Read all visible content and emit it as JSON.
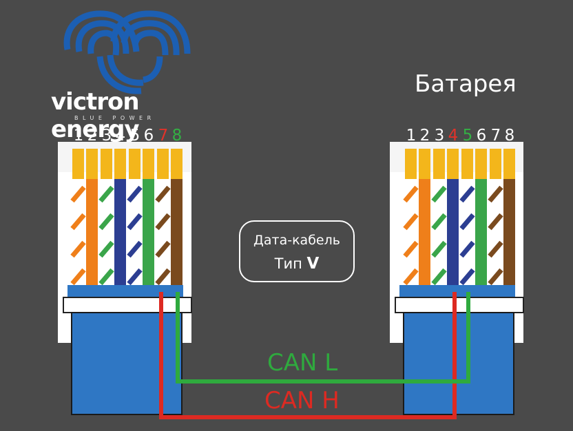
{
  "logo": {
    "brand": "victron energy",
    "tagline": "BLUE POWER",
    "brand_color": "#1c5fb3"
  },
  "battery": {
    "label": "Батарея"
  },
  "cable": {
    "line1": "Дата-кабель",
    "line2_prefix": "Тип ",
    "line2_type": "V"
  },
  "left_connector": {
    "pins": [
      "1",
      "2",
      "3",
      "4",
      "5",
      "6",
      "7",
      "8"
    ],
    "highlight": {
      "7": "red",
      "8": "green"
    }
  },
  "right_connector": {
    "pins": [
      "1",
      "2",
      "3",
      "4",
      "5",
      "6",
      "7",
      "8"
    ],
    "highlight": {
      "4": "red",
      "5": "green"
    }
  },
  "signals": {
    "can_l": "CAN L",
    "can_h": "CAN H"
  },
  "colors": {
    "background": "#4a4a4a",
    "connector_blue": "#2f77c4",
    "can_l": "#2faa3e",
    "can_h": "#dd2a22",
    "pin_gold": "#f3b61b"
  }
}
